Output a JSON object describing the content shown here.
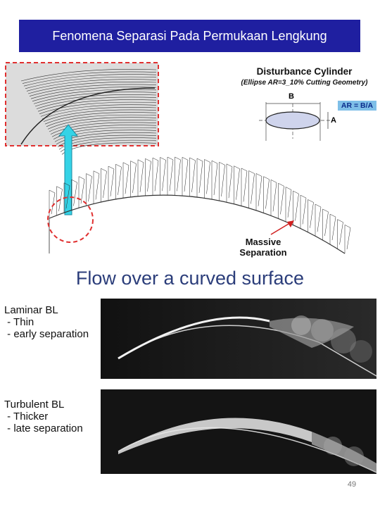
{
  "slide": {
    "title": "Fenomena Separasi Pada Permukaan Lengkung",
    "page_number": "49",
    "colors": {
      "title_bg": "#1f1fa0",
      "heading": "#2b3d7a",
      "callout_box": "#7fbfe8"
    }
  },
  "simulation": {
    "disturbance_title": "Disturbance Cylinder",
    "disturbance_subtitle": "(Ellipse AR=3_10% Cutting Geometry)",
    "dimension_b": "B",
    "dimension_a": "A",
    "aspect_ratio_label": "AR = B/A",
    "massive_separation_label": "Massive Separation"
  },
  "section": {
    "heading": "Flow over a curved surface",
    "laminar": {
      "title": "Laminar BL",
      "line1": " - Thin",
      "line2": " - early separation"
    },
    "turbulent": {
      "title": "Turbulent BL",
      "line1": " - Thicker",
      "line2": " - late separation"
    }
  }
}
